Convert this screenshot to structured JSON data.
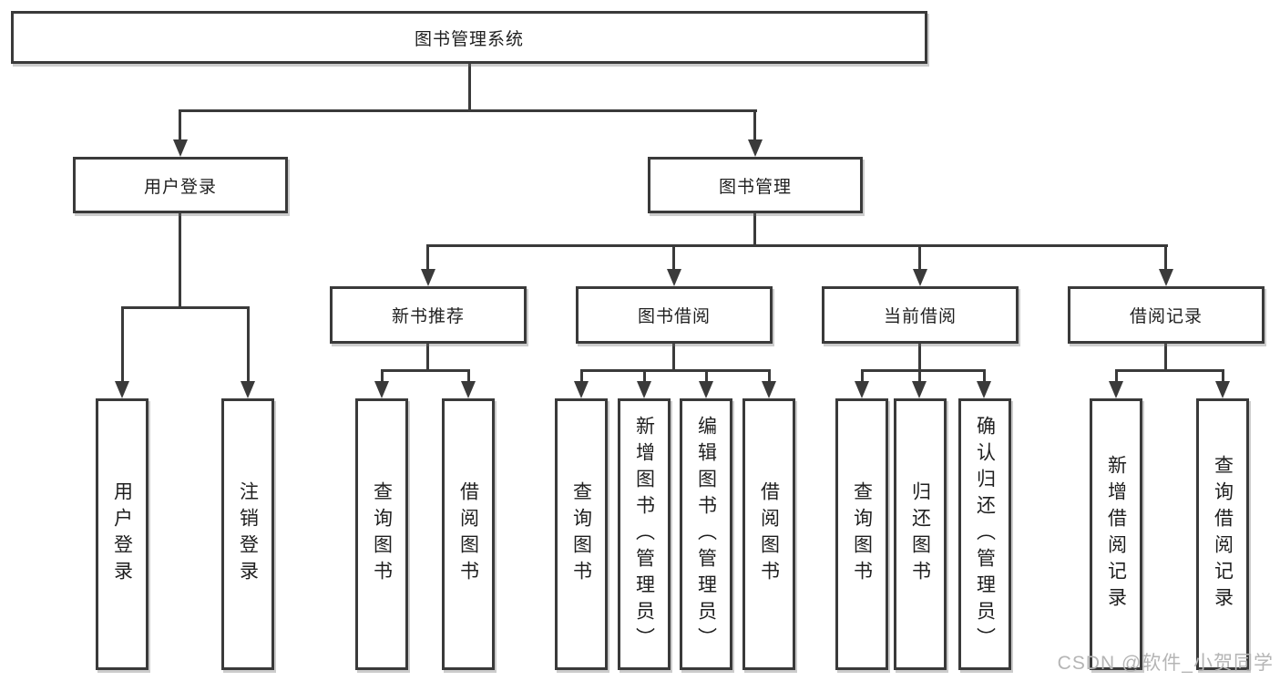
{
  "diagram": {
    "root": {
      "label": "图书管理系统"
    },
    "level2": {
      "user_login": {
        "label": "用户登录"
      },
      "book_mgmt": {
        "label": "图书管理"
      }
    },
    "level3": {
      "new_books": {
        "label": "新书推荐"
      },
      "book_borrow": {
        "label": "图书借阅"
      },
      "current_borrow": {
        "label": "当前借阅"
      },
      "borrow_records": {
        "label": "借阅记录"
      }
    },
    "leaves": {
      "user_login": [
        "用户登录",
        "注销登录"
      ],
      "new_books": [
        "查询图书",
        "借阅图书"
      ],
      "book_borrow": [
        "查询图书",
        "新增图书（管理员）",
        "编辑图书（管理员）",
        "借阅图书"
      ],
      "current_borrow": [
        "查询图书",
        "归还图书",
        "确认归还（管理员）"
      ],
      "borrow_records": [
        "新增借阅记录",
        "查询借阅记录"
      ]
    }
  },
  "watermark": "CSDN @软件_小贺同学",
  "colors": {
    "line": "#3a3a3a",
    "text": "#1f1f1f",
    "watermark": "#b5b5b5",
    "background": "#ffffff"
  }
}
